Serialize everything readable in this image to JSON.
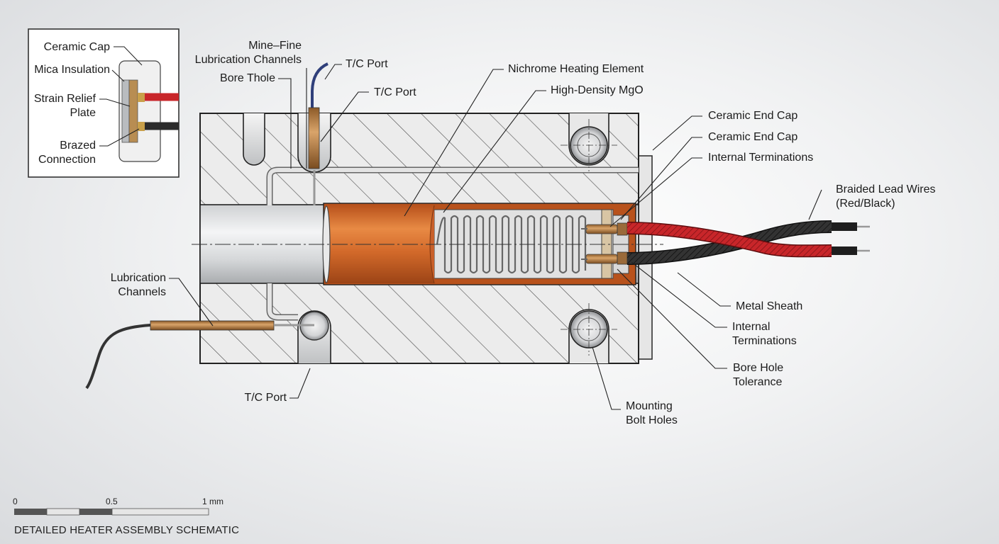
{
  "inset": {
    "labels": {
      "ceramic_cap": "Ceramic Cap",
      "mica_insulation": "Mica Insulation",
      "strain_relief_line1": "Strain Relief",
      "strain_relief_line2": "Plate",
      "brazed_line1": "Brazed",
      "brazed_line2": "Connection"
    }
  },
  "labels": {
    "mine_fine_line1": "Mine–Fine",
    "mine_fine_line2": "Lubrication Channels",
    "bore_thole": "Bore Thole",
    "tc_port_top1": "T/C Port",
    "tc_port_top2": "T/C Port",
    "nichrome": "Nichrome Heating Element",
    "mgo": "High-Density MgO",
    "ceramic_end_cap_1": "Ceramic End Cap",
    "ceramic_end_cap_2": "Ceramic End Cap",
    "internal_terminations_top": "Internal Terminations",
    "braided_line1": "Braided Lead Wires",
    "braided_line2": "(Red/Black)",
    "lubrication_line1": "Lubrication",
    "lubrication_line2": "Channels",
    "metal_sheath": "Metal Sheath",
    "internal_terminations_line1": "Internal",
    "internal_terminations_line2": "Terminations",
    "bore_hole_line1": "Bore Hole",
    "bore_hole_line2": "Tolerance",
    "tc_port_bottom": "T/C Port",
    "mounting_line1": "Mounting",
    "mounting_line2": "Bolt Holes"
  },
  "scale_bar": {
    "tick_0": "0",
    "tick_mid": "0.5",
    "tick_end": "1 mm"
  },
  "caption": "DETAILED HEATER ASSEMBLY SCHEMATIC",
  "colors": {
    "block_fill": "#ebebeb",
    "hatch": "#555555",
    "sheath_copper": "#d26a2a",
    "wire_red": "#c8262a",
    "wire_black": "#2b2b2b",
    "brass": "#c08a4e"
  }
}
